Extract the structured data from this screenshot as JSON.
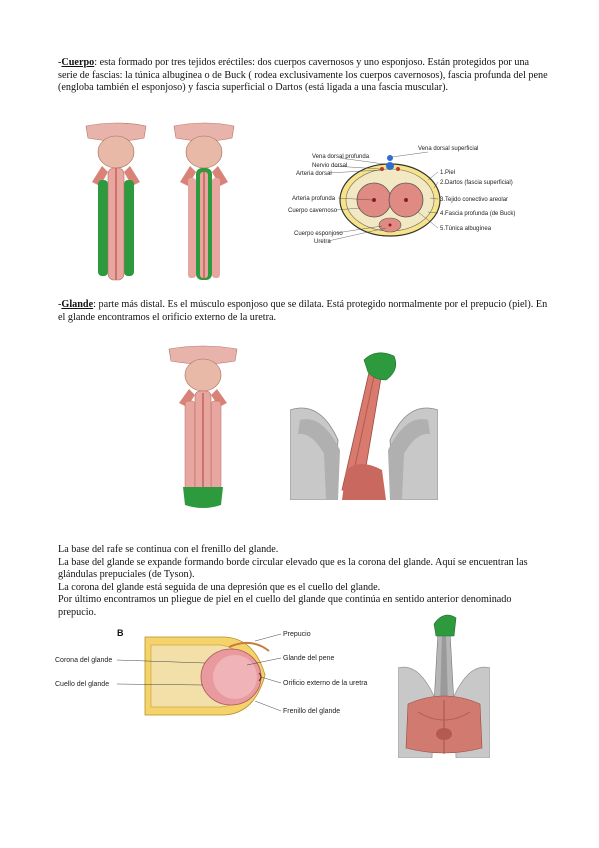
{
  "section_cuerpo": {
    "prefix": "-",
    "term": "Cuerpo",
    "text": ": esta formado por tres tejidos eréctiles: dos cuerpos cavernosos y uno esponjoso. Están protegidos por una serie de fascias: la túnica albugínea o de Buck ( rodea exclusivamente los cuerpos cavernosos), fascia profunda del pene (engloba también el esponjoso) y fascia superficial o Dartos (está ligada a una fascia muscular)."
  },
  "figure_cross_section": {
    "labels_left": [
      "Vena dorsal profunda",
      "Nervio dorsal",
      "Arteria dorsal",
      "Arteria profunda",
      "Cuerpo cavernoso",
      "Cuerpo esponjoso",
      "Uretra"
    ],
    "labels_right": [
      "Vena dorsal superficial",
      "1.Piel",
      "2.Dartos (fascia superficial)",
      "3.Tejido conectivo areolar",
      "4.Fascia profunda (de Buck)",
      "5.Túnica albugínea"
    ]
  },
  "section_glande": {
    "prefix": "-",
    "term": "Glande",
    "text": ": parte más distal. Es el músculo esponjoso que se dilata. Está protegido normalmente por el prepucio (piel). En el glande encontramos el orificio externo de la uretra."
  },
  "section_base": {
    "lines": [
      "La base del rafe se continua con el frenillo del glande.",
      "La base del glande se expande formando borde circular elevado que es la corona del glande. Aquí se encuentran las glándulas prepuciales (de Tyson).",
      "La corona del glande está seguida de una depresión que es el cuello del glande.",
      "Por último encontramos un pliegue de piel en el cuello del glande que continúa en sentido anterior denominado prepucio."
    ]
  },
  "figure_glans": {
    "panel_letter": "B",
    "labels_left": [
      "Corona del glande",
      "Cuello del glande"
    ],
    "labels_right": [
      "Prepucio",
      "Glande del pene",
      "Orificio externo de la uretra",
      "Frenillo del glande"
    ]
  },
  "colors": {
    "green": "#2e9a3e",
    "pink": "#e8a6a0",
    "flesh": "#d98378",
    "cream": "#f2e9c4",
    "yellow": "#f6e27a",
    "bone": "#c8c8c8"
  }
}
